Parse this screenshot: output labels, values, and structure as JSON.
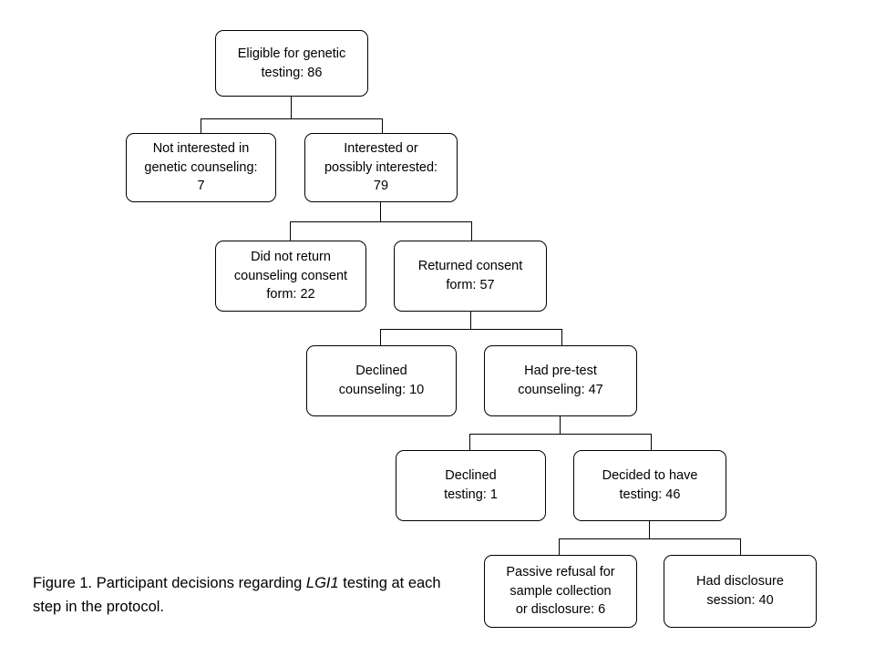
{
  "figure": {
    "caption_part1": "Figure 1. Participant decisions regarding ",
    "caption_italic": "LGI1",
    "caption_part2": " testing at each step in the protocol."
  },
  "diagram_data": {
    "type": "flowchart",
    "nodes": [
      {
        "id": "n1",
        "label": "Eligible  for genetic\ntesting:  86",
        "count": 86
      },
      {
        "id": "n2",
        "label": "Not  interested  in\ngenetic  counseling:\n7",
        "count": 7
      },
      {
        "id": "n3",
        "label": "Interested  or\npossibly  interested:\n79",
        "count": 79
      },
      {
        "id": "n4",
        "label": "Did not  return\ncounseling  consent\nform:  22",
        "count": 22
      },
      {
        "id": "n5",
        "label": "Returned  consent\nform:  57",
        "count": 57
      },
      {
        "id": "n6",
        "label": "Declined\ncounseling:  10",
        "count": 10
      },
      {
        "id": "n7",
        "label": "Had  pre-test\ncounseling:  47",
        "count": 47
      },
      {
        "id": "n8",
        "label": "Declined\ntesting:  1",
        "count": 1
      },
      {
        "id": "n9",
        "label": "Decided to have\ntesting:  46",
        "count": 46
      },
      {
        "id": "n10",
        "label": "Passive  refusal  for\nsample  collection\nor disclosure:  6",
        "count": 6
      },
      {
        "id": "n11",
        "label": "Had disclosure\nsession:  40",
        "count": 40
      }
    ],
    "edges": [
      {
        "from": "n1",
        "to": "n2"
      },
      {
        "from": "n1",
        "to": "n3"
      },
      {
        "from": "n3",
        "to": "n4"
      },
      {
        "from": "n3",
        "to": "n5"
      },
      {
        "from": "n5",
        "to": "n6"
      },
      {
        "from": "n5",
        "to": "n7"
      },
      {
        "from": "n7",
        "to": "n8"
      },
      {
        "from": "n7",
        "to": "n9"
      },
      {
        "from": "n9",
        "to": "n10"
      },
      {
        "from": "n9",
        "to": "n11"
      }
    ]
  }
}
